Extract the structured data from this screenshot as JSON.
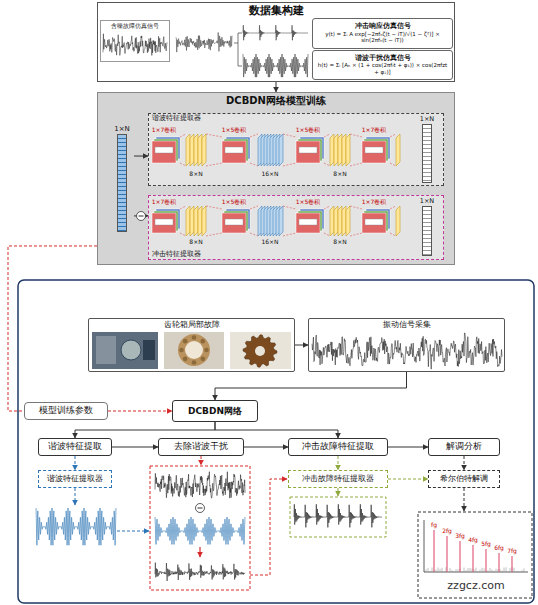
{
  "diagram": {
    "nodes": [
      {
        "text": [
          "数据集构建"
        ]
      },
      {
        "text": [
          "含噪故障仿真信号"
        ],
        "in": 0
      },
      {
        "text": [
          "冲击响应仿真信号",
          "y(t) = Σᵢ A exp[−2πfₙζ(t − iT)/√(1 − ζ²)] × sin(2πfₙ(t − iT))"
        ],
        "in": 0
      },
      {
        "text": [
          "谐波干扰仿真信号",
          "h(t) = Σᵢ [Aₕ × (1 + cos(2πfᵣt + φ₁)) × cos(2πfzt + φ₂)]"
        ],
        "in": 0
      },
      {
        "text": [
          "DCBDN网络模型训练"
        ]
      },
      {
        "text": [
          "1×N"
        ],
        "in": 4
      },
      {
        "text": [
          "谐波特征提取器"
        ],
        "in": 4
      },
      {
        "text": [
          "冲击特征提取器"
        ],
        "in": 4
      },
      {
        "text": [
          "1×N"
        ],
        "in": 6
      },
      {
        "text": [
          "1×N"
        ],
        "in": 7
      },
      {
        "text": [
          "齿轮箱局部故障"
        ]
      },
      {
        "text": [
          "振动信号采集"
        ]
      },
      {
        "text": [
          "模型训练参数"
        ]
      },
      {
        "text": [
          "DCBDN网络"
        ]
      },
      {
        "text": [
          "谐波特征提取"
        ]
      },
      {
        "text": [
          "去除谐波干扰"
        ]
      },
      {
        "text": [
          "冲击故障特征提取"
        ]
      },
      {
        "text": [
          "解调分析"
        ]
      },
      {
        "text": [
          "谐波特征提取器"
        ]
      },
      {
        "text": [
          "冲击故障特征提取器"
        ]
      },
      {
        "text": [
          "希尔伯特解调"
        ]
      }
    ],
    "edges": [
      {
        "from": 0,
        "to": 4,
        "arrow": "to"
      },
      {
        "from": 5,
        "to": 6,
        "arrow": "to"
      },
      {
        "from": 5,
        "to": 7,
        "arrow": "to"
      },
      {
        "from": 4,
        "to": 12,
        "arrow": "none"
      },
      {
        "from": 12,
        "to": 13,
        "arrow": "to"
      },
      {
        "from": 10,
        "to": 11,
        "arrow": "to"
      },
      {
        "from": 11,
        "to": 13,
        "arrow": "to"
      },
      {
        "from": 13,
        "to": 14,
        "arrow": "to"
      },
      {
        "from": 13,
        "to": 16,
        "arrow": "to"
      },
      {
        "from": 14,
        "to": 15,
        "arrow": "to"
      },
      {
        "from": 15,
        "to": 16,
        "arrow": "to"
      },
      {
        "from": 16,
        "to": 17,
        "arrow": "to"
      },
      {
        "from": 14,
        "to": 18,
        "arrow": "to"
      },
      {
        "from": 16,
        "to": 19,
        "arrow": "to"
      },
      {
        "from": 17,
        "to": 20,
        "arrow": "to"
      },
      {
        "from": 19,
        "to": 20,
        "arrow": "to"
      }
    ],
    "labels": [
      "1×7卷积",
      "1×5卷积",
      "1×5卷积",
      "1×7卷积",
      "8×N",
      "16×N",
      "8×N",
      "1×7卷积",
      "1×5卷积",
      "1×5卷积",
      "1×7卷积",
      "8×N",
      "16×N",
      "8×N",
      "fg",
      "2fg",
      "3fg",
      "4fg",
      "5fg",
      "6fg",
      "7fg",
      "zzgcz.com"
    ]
  }
}
